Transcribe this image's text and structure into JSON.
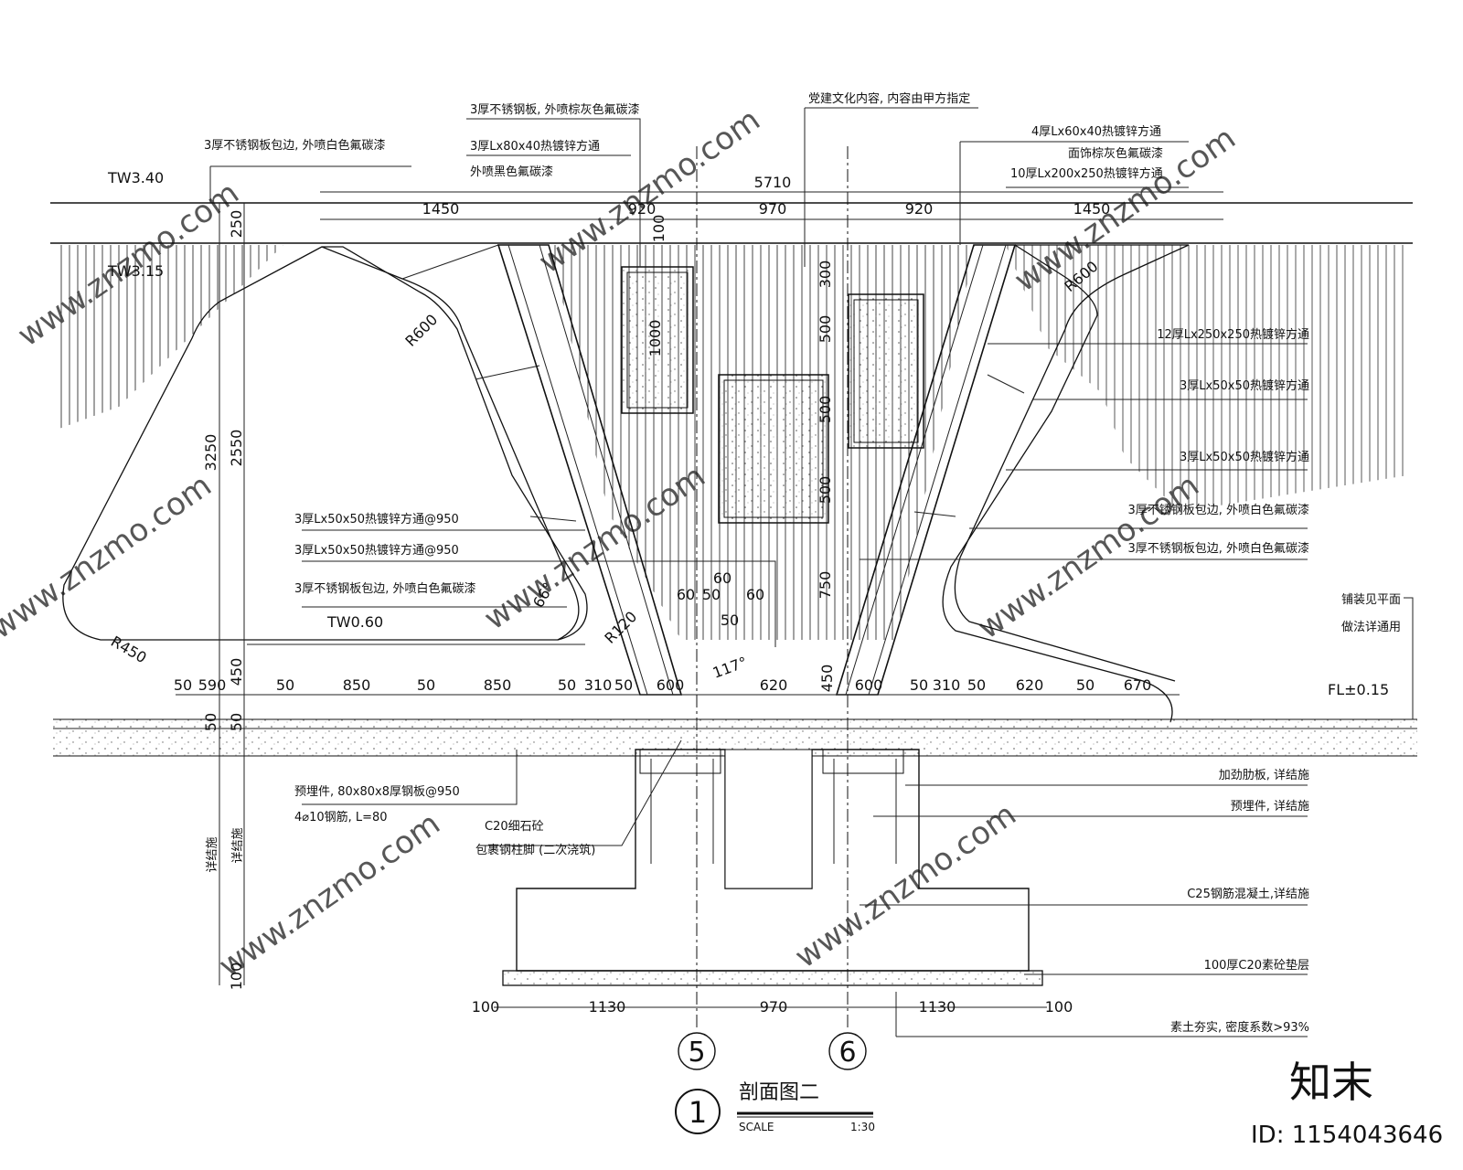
{
  "drawing": {
    "title": "剖面图二",
    "detail_number": "1",
    "scale_label": "SCALE",
    "scale_value": "1:30",
    "axis_labels": [
      "5",
      "6"
    ],
    "elevations": {
      "top": "TW3.40",
      "under_beam": "TW3.15",
      "seat": "TW0.60",
      "floor": "FL±0.15"
    },
    "top_dims": {
      "total": "5710",
      "segments": [
        "1450",
        "920",
        "970",
        "920",
        "1450"
      ]
    },
    "left_vertical_dims": [
      "3250",
      "250",
      "2550",
      "450",
      "50",
      "50",
      "100"
    ],
    "left_vertical_texts": [
      "详结施",
      "详结施"
    ],
    "bench_dims_left": [
      "50",
      "590",
      "50",
      "850",
      "50",
      "850",
      "50",
      "310",
      "50",
      "600"
    ],
    "bench_dims_right": [
      "600",
      "50",
      "310",
      "50",
      "620",
      "50",
      "670"
    ],
    "center_dims": [
      "620",
      "450"
    ],
    "angles": [
      "66°",
      "117°"
    ],
    "radii": [
      "R600",
      "R600",
      "R450",
      "R120"
    ],
    "panel_vertical_dims": [
      "100",
      "1000",
      "300",
      "500",
      "500",
      "500",
      "750"
    ],
    "panel_small_dims": [
      "60",
      "60",
      "50",
      "60",
      "50"
    ],
    "foundation_dims": [
      "100",
      "1130",
      "970",
      "1130",
      "100"
    ],
    "annotations_top": [
      "3厚不锈钢板, 外喷棕灰色氟碳漆",
      "党建文化内容, 内容由甲方指定",
      "3厚不锈钢板包边, 外喷白色氟碳漆",
      "3厚Lx80x40热镀锌方通",
      "外喷黑色氟碳漆",
      "4厚Lx60x40热镀锌方通",
      "面饰棕灰色氟碳漆",
      "10厚Lx200x250热镀锌方通"
    ],
    "annotations_right": [
      "12厚Lx250x250热镀锌方通",
      "3厚Lx50x50热镀锌方通",
      "3厚Lx50x50热镀锌方通",
      "3厚不锈钢板包边, 外喷白色氟碳漆",
      "3厚不锈钢板包边, 外喷白色氟碳漆",
      "铺装见平面",
      "做法详通用",
      "加劲肋板, 详结施",
      "预埋件, 详结施",
      "C25钢筋混凝土,详结施",
      "100厚C20素砼垫层",
      "素土夯实, 密度系数>93%"
    ],
    "annotations_left": [
      "3厚Lx50x50热镀锌方通@950",
      "3厚Lx50x50热镀锌方通@950",
      "3厚不锈钢板包边, 外喷白色氟碳漆",
      "预埋件, 80x80x8厚钢板@950",
      "4⌀10钢筋, L=80",
      "C20细石砼",
      "包裹钢柱脚 (二次浇筑)"
    ],
    "watermark": {
      "logo": "知末",
      "id": "ID: 1154043646",
      "site": "www.znzmo.com"
    }
  }
}
